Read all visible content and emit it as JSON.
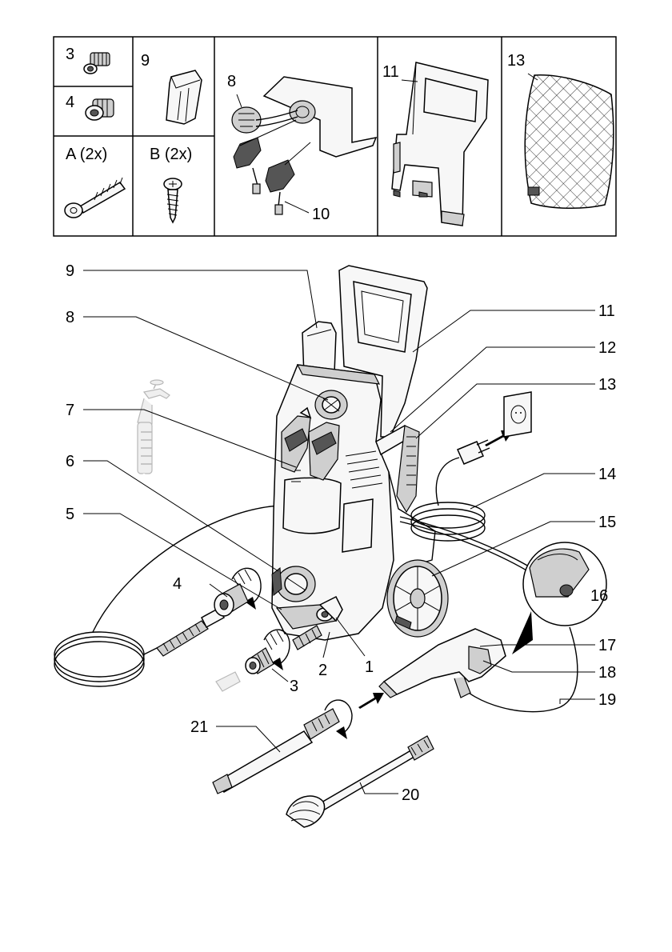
{
  "accessory_panel": {
    "cells": [
      {
        "id": "3",
        "label": "3"
      },
      {
        "id": "4",
        "label": "4"
      },
      {
        "id": "9",
        "label": "9"
      },
      {
        "id": "8",
        "label": "8"
      },
      {
        "id": "10",
        "label": "10"
      },
      {
        "id": "11",
        "label": "11"
      },
      {
        "id": "13",
        "label": "13"
      },
      {
        "id": "A",
        "label": "A (2x)"
      },
      {
        "id": "B",
        "label": "B (2x)"
      }
    ]
  },
  "callouts": {
    "n1": "1",
    "n2": "2",
    "n3": "3",
    "n4": "4",
    "n5": "5",
    "n6": "6",
    "n7": "7",
    "n8": "8",
    "n9": "9",
    "n11": "11",
    "n12": "12",
    "n13": "13",
    "n14": "14",
    "n15": "15",
    "n16": "16",
    "n17": "17",
    "n18": "18",
    "n19": "19",
    "n20": "20",
    "n21": "21"
  },
  "icons": [
    "dowel-icon",
    "screw-icon",
    "coupling-icon",
    "tap-icon",
    "wall-socket-icon",
    "rotate-arrow-icon",
    "push-arrow-icon"
  ]
}
